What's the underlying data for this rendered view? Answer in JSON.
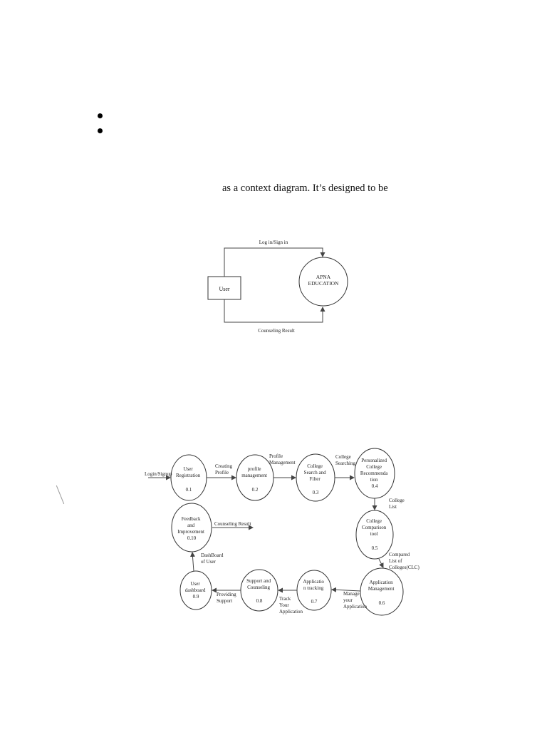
{
  "intro_text": "as a context diagram. It’s designed to be",
  "context_diagram": {
    "entity": "User",
    "system": [
      "APNA",
      "EDUCATION"
    ],
    "flow_top": "Log in/Sign in",
    "flow_bottom": "Counseling Result"
  },
  "level1_diagram": {
    "input_flow": "Login/Signup",
    "output_flow": "Counseling Result",
    "processes": {
      "p01": {
        "lines": [
          "User",
          "Registration"
        ],
        "num": "0.1"
      },
      "p02": {
        "lines": [
          "profile",
          "management"
        ],
        "num": "0.2"
      },
      "p03": {
        "lines": [
          "College",
          "Search and",
          "Filter"
        ],
        "num": "0.3"
      },
      "p04": {
        "lines": [
          "Personalized",
          "College",
          "Recommenda",
          "tion"
        ],
        "num": "0.4"
      },
      "p05": {
        "lines": [
          "College",
          "Comparison",
          "tool"
        ],
        "num": "0.5"
      },
      "p06": {
        "lines": [
          "Application",
          "Management"
        ],
        "num": "0.6"
      },
      "p07": {
        "lines": [
          "Applicatio",
          "n tracking"
        ],
        "num": "0.7"
      },
      "p08": {
        "lines": [
          "Support and",
          "Counseling"
        ],
        "num": "0.8"
      },
      "p09": {
        "lines": [
          "User",
          "dashboard"
        ],
        "num": "0.9"
      },
      "p10": {
        "lines": [
          "Feedback",
          "and",
          "Improvement"
        ],
        "num": "0.10"
      }
    },
    "flows": {
      "f12": [
        "Creating",
        "Profile"
      ],
      "f23": [
        "Profile",
        "Management"
      ],
      "f34": [
        "College",
        "Searching"
      ],
      "f45": [
        "College",
        "List"
      ],
      "f56": [
        "Compared",
        "List of",
        "Colleges(CLC)"
      ],
      "f67": [
        "Manage",
        "your",
        "Application"
      ],
      "f78": [
        "Track",
        "Your",
        "Application"
      ],
      "f89": [
        "Providing",
        "Support"
      ],
      "f910": [
        "DashBoard",
        "of User"
      ]
    }
  }
}
